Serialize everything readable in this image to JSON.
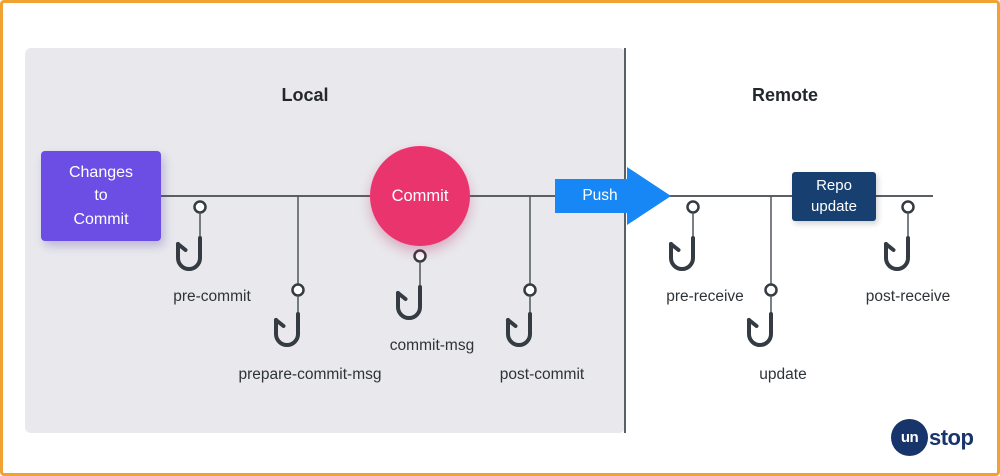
{
  "panels": {
    "local": {
      "title": "Local"
    },
    "remote": {
      "title": "Remote"
    }
  },
  "nodes": {
    "changes": {
      "label": "Changes\nto\nCommit"
    },
    "commit": {
      "label": "Commit"
    },
    "push": {
      "label": "Push"
    },
    "repo_update": {
      "label": "Repo\nupdate"
    }
  },
  "hooks": {
    "local": [
      {
        "label": "pre-commit"
      },
      {
        "label": "prepare-commit-msg"
      },
      {
        "label": "commit-msg"
      },
      {
        "label": "post-commit"
      }
    ],
    "remote": [
      {
        "label": "pre-receive"
      },
      {
        "label": "update"
      },
      {
        "label": "post-receive"
      }
    ]
  },
  "colors": {
    "border_orange": "#F0A232",
    "panel_gray": "#E9E9ED",
    "changes_purple": "#6C4EE4",
    "commit_pink": "#EA346E",
    "push_blue": "#1787F5",
    "repo_navy": "#174070",
    "logo_navy": "#17356B"
  },
  "logo": {
    "circle_text": "un",
    "rest_text": "stop"
  }
}
